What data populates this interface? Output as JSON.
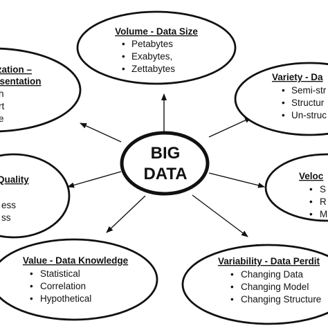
{
  "center": {
    "line1": "BIG",
    "line2": "DATA"
  },
  "nodes": {
    "volume": {
      "title": "Volume - Data Size",
      "items": [
        "Petabytes",
        "Exabytes,",
        "Zettabytes"
      ]
    },
    "variety": {
      "title": "Variety - Da",
      "items": [
        "Semi-str",
        "Structur",
        "Un-struc"
      ]
    },
    "velocity": {
      "title": "Veloc",
      "items": [
        "S",
        "R",
        "M"
      ]
    },
    "variability": {
      "title": "Variability - Data Perdit",
      "items": [
        "Changing Data",
        "Changing Model",
        "Changing Structure"
      ]
    },
    "value": {
      "title": "Value - Data Knowledge",
      "items": [
        "Statistical",
        "Correlation",
        "Hypothetical"
      ]
    },
    "quality": {
      "title": "Quality",
      "items": [
        "ess",
        "ss"
      ]
    },
    "visualization": {
      "title_line1": "ization –",
      "title_line2": "esentation",
      "items": [
        "h",
        "rt",
        "e"
      ]
    }
  },
  "bullet_glyph": "•",
  "colors": {
    "stroke": "#111111",
    "fill": "#ffffff",
    "text": "#111111"
  }
}
